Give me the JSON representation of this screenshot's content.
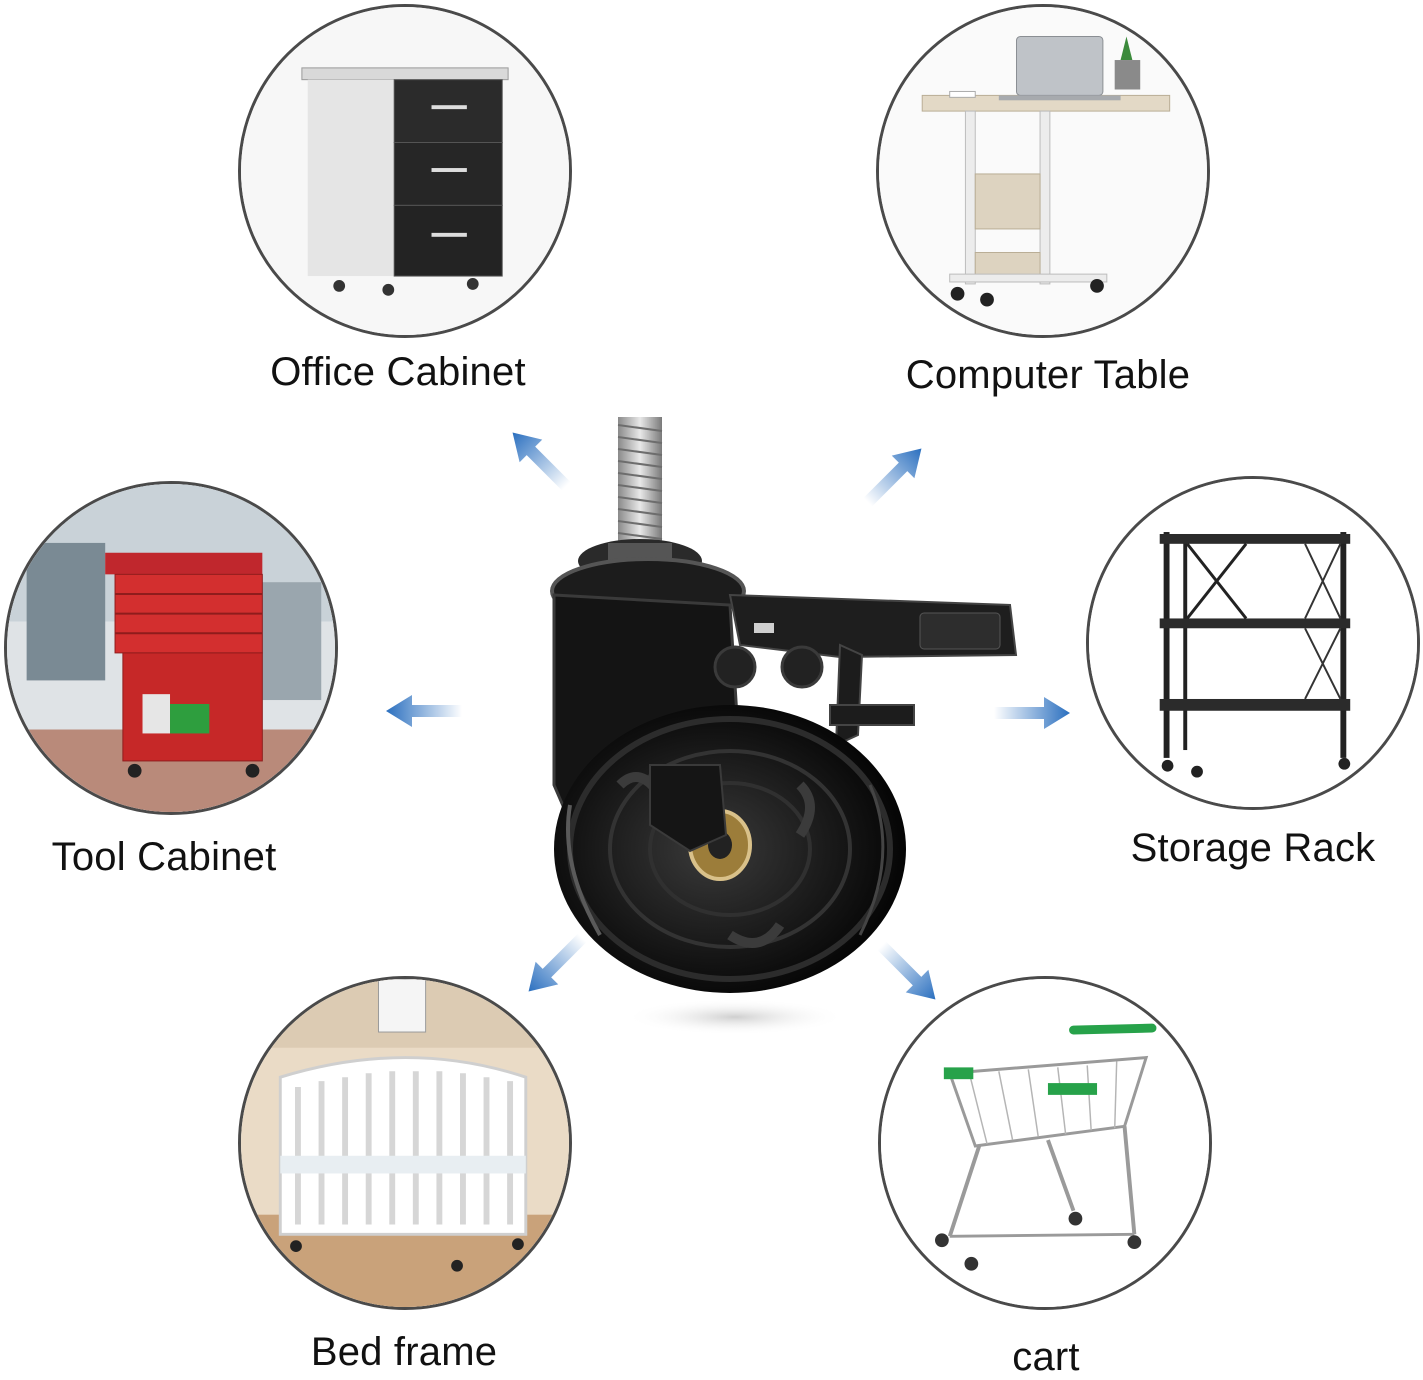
{
  "labels": {
    "office_cabinet": "Office Cabinet",
    "computer_table": "Computer Table",
    "tool_cabinet": "Tool Cabinet",
    "storage_rack": "Storage Rack",
    "bed_frame": "Bed frame",
    "cart": "cart"
  },
  "colors": {
    "arrow": "#2a6fbf",
    "circle_border": "#4a4a4a",
    "text": "#111111"
  }
}
